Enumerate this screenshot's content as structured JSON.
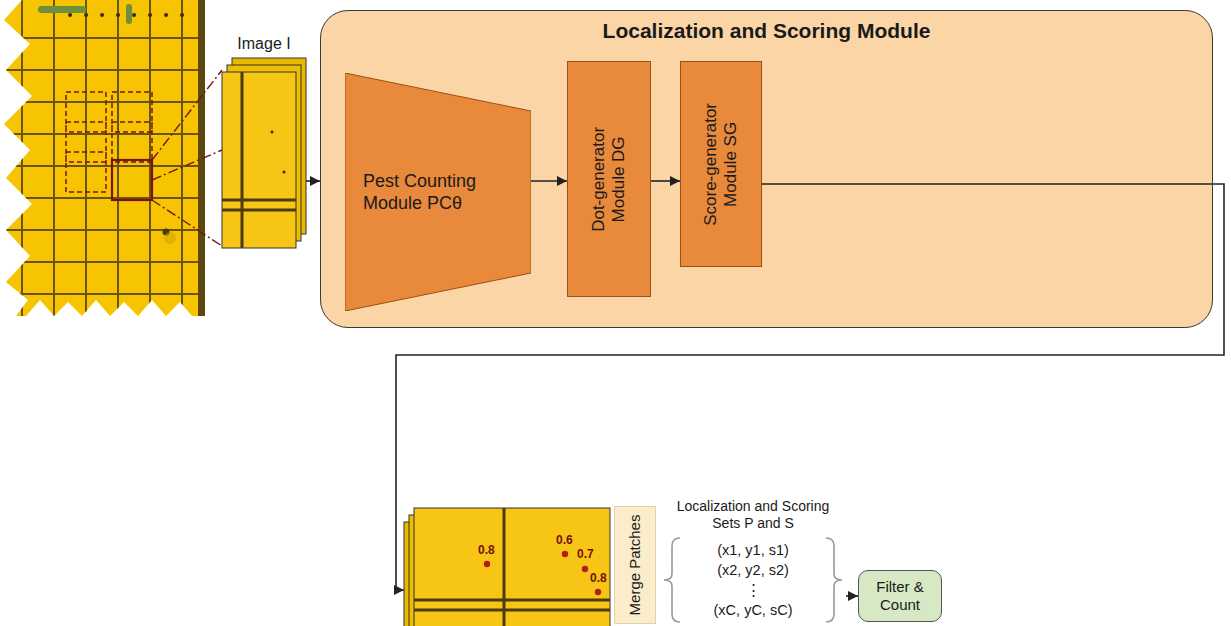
{
  "diagram": {
    "nodes": [
      {
        "text": [
          "Image I"
        ]
      },
      {
        "text": [
          "Localization and Scoring Module"
        ]
      },
      {
        "text": [
          "Pest Counting Module PCθ"
        ],
        "in": 1
      },
      {
        "text": [
          "Dot-generator Module DG"
        ],
        "in": 1
      },
      {
        "text": [
          "Score-generator Module SG"
        ],
        "in": 1
      },
      {
        "text": [
          "0.8",
          "0.6",
          "0.7",
          "0.8"
        ]
      },
      {
        "text": [
          "Merge Patches"
        ]
      },
      {
        "text": [
          "Localization and Scoring Sets P and S",
          "(x1, y1, s1)",
          "(x2, y2, s2)",
          "⋮",
          "(xC, yC, sC)"
        ]
      },
      {
        "text": [
          "Filter & Count"
        ]
      }
    ],
    "edges": [
      {
        "from": 0,
        "to": 1,
        "arrow": "to"
      },
      {
        "from": 2,
        "to": 3,
        "arrow": "to"
      },
      {
        "from": 3,
        "to": 4,
        "arrow": "to"
      },
      {
        "from": 4,
        "to": 5,
        "arrow": "to"
      },
      {
        "from": 7,
        "to": 8,
        "arrow": "to"
      }
    ]
  }
}
